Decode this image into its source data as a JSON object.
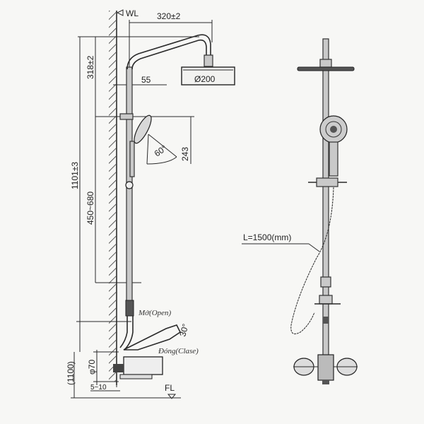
{
  "side_view": {
    "wall_level": "WL",
    "arm_reach": "320±2",
    "arm_drop": "318±2",
    "wall_offset": "55",
    "head_diameter": "Ø200",
    "hand_shower_height": "243",
    "hand_shower_angle": "60°",
    "total_height": "1101±3",
    "slide_range": "450~680",
    "open_label": "Mở(Open)",
    "close_label": "Đóng(Clase)",
    "lever_angle": "30°",
    "inlet_diameter": "φ70",
    "mixer_height": "(1100)",
    "wall_gap": "5~10",
    "floor_level": "FL"
  },
  "front_view": {
    "hose_length": "L=1500(mm)"
  }
}
